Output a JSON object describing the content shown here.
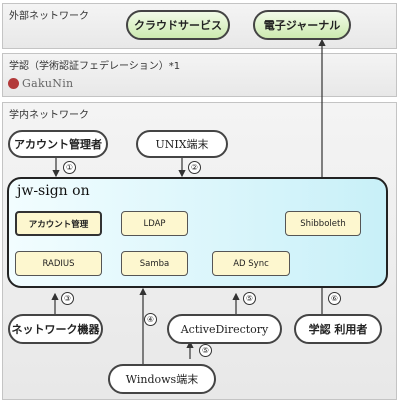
{
  "zones": {
    "external": "外部ネットワーク",
    "gakunin": "学認（学術認証フェデレーション）*1",
    "campus": "学内ネットワーク"
  },
  "gakunin_logo": "GakuNin",
  "external_services": {
    "cloud": "クラウドサービス",
    "journal": "電子ジャーナル"
  },
  "clients": {
    "account_admin": "アカウント管理者",
    "unix": "UNIX端末",
    "network_device": "ネットワーク機器",
    "active_directory": "ActiveDirectory",
    "gakunin_user": "学認 利用者",
    "windows": "Windows端末"
  },
  "jwsign": {
    "title": "jw-sign on",
    "modules": {
      "account": "アカウント管理",
      "ldap": "LDAP",
      "shibboleth": "Shibboleth",
      "radius": "RADIUS",
      "samba": "Samba",
      "adsync": "AD Sync"
    }
  },
  "markers": {
    "m1": "①",
    "m2": "②",
    "m3": "③",
    "m4": "④",
    "m5a": "⑤",
    "m5b": "⑤",
    "m6": "⑥"
  }
}
